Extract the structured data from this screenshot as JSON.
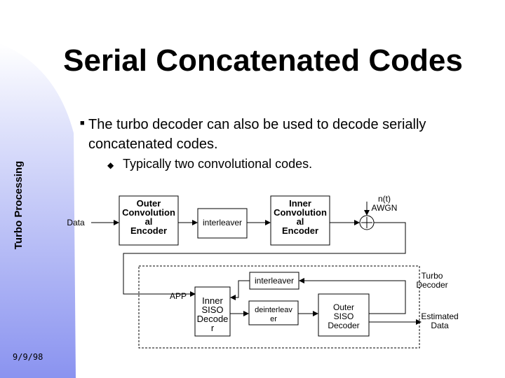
{
  "slide": {
    "title": "Serial Concatenated Codes",
    "side_label": "Turbo Processing",
    "date": "9/9/98",
    "bullet_level1": "The turbo decoder can also be used to decode serially concatenated codes.",
    "bullet_level2": "Typically two convolutional codes."
  },
  "encoder": {
    "data_label": "Data",
    "outer_encoder": [
      "Outer",
      "Convolution",
      "al",
      "Encoder"
    ],
    "interleaver": "interleaver",
    "inner_encoder": [
      "Inner",
      "Convolution",
      "al",
      "Encoder"
    ],
    "noise_label": "n(t)",
    "awgn_label": "AWGN"
  },
  "decoder": {
    "title": [
      "Turbo",
      "Decoder"
    ],
    "app_label": "APP",
    "interleaver": "interleaver",
    "inner_decoder": [
      "Inner",
      "SISO",
      "Decode",
      "r"
    ],
    "deinterleaver": [
      "deinterleav",
      "er"
    ],
    "outer_decoder": [
      "Outer",
      "SISO",
      "Decoder"
    ],
    "output_label": [
      "Estimated",
      "Data"
    ]
  },
  "colors": {
    "sidebar_top": "#ffffff",
    "sidebar_bottom": "#8a93f0",
    "text": "#000000"
  }
}
